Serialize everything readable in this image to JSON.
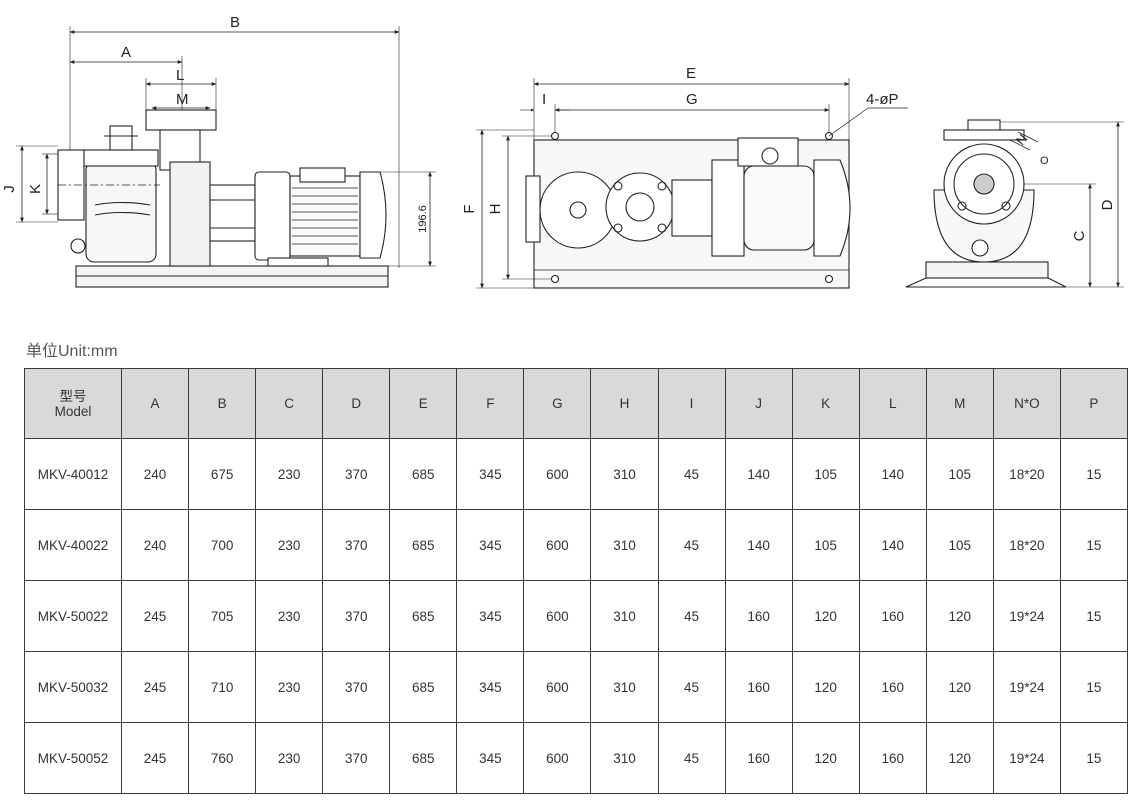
{
  "drawing_labels": {
    "side": {
      "B": "B",
      "A": "A",
      "L": "L",
      "M": "M",
      "J": "J",
      "K": "K",
      "height": "196.6"
    },
    "top": {
      "E": "E",
      "I": "I",
      "G": "G",
      "holes": "4-øP",
      "F": "F",
      "H": "H"
    },
    "end": {
      "N": "N",
      "O": "O",
      "C": "C",
      "D": "D"
    }
  },
  "unit_label": "单位Unit:mm",
  "table": {
    "model_header_cn": "型号",
    "model_header_en": "Model",
    "columns": [
      "A",
      "B",
      "C",
      "D",
      "E",
      "F",
      "G",
      "H",
      "I",
      "J",
      "K",
      "L",
      "M",
      "N*O",
      "P"
    ],
    "rows": [
      [
        "MKV-40012",
        "240",
        "675",
        "230",
        "370",
        "685",
        "345",
        "600",
        "310",
        "45",
        "140",
        "105",
        "140",
        "105",
        "18*20",
        "15"
      ],
      [
        "MKV-40022",
        "240",
        "700",
        "230",
        "370",
        "685",
        "345",
        "600",
        "310",
        "45",
        "140",
        "105",
        "140",
        "105",
        "18*20",
        "15"
      ],
      [
        "MKV-50022",
        "245",
        "705",
        "230",
        "370",
        "685",
        "345",
        "600",
        "310",
        "45",
        "160",
        "120",
        "160",
        "120",
        "19*24",
        "15"
      ],
      [
        "MKV-50032",
        "245",
        "710",
        "230",
        "370",
        "685",
        "345",
        "600",
        "310",
        "45",
        "160",
        "120",
        "160",
        "120",
        "19*24",
        "15"
      ],
      [
        "MKV-50052",
        "245",
        "760",
        "230",
        "370",
        "685",
        "345",
        "600",
        "310",
        "45",
        "160",
        "120",
        "160",
        "120",
        "19*24",
        "15"
      ]
    ]
  },
  "colors": {
    "header_bg": "#d9d9d9",
    "line": "#3a3a3a",
    "drawing": "#222222"
  }
}
